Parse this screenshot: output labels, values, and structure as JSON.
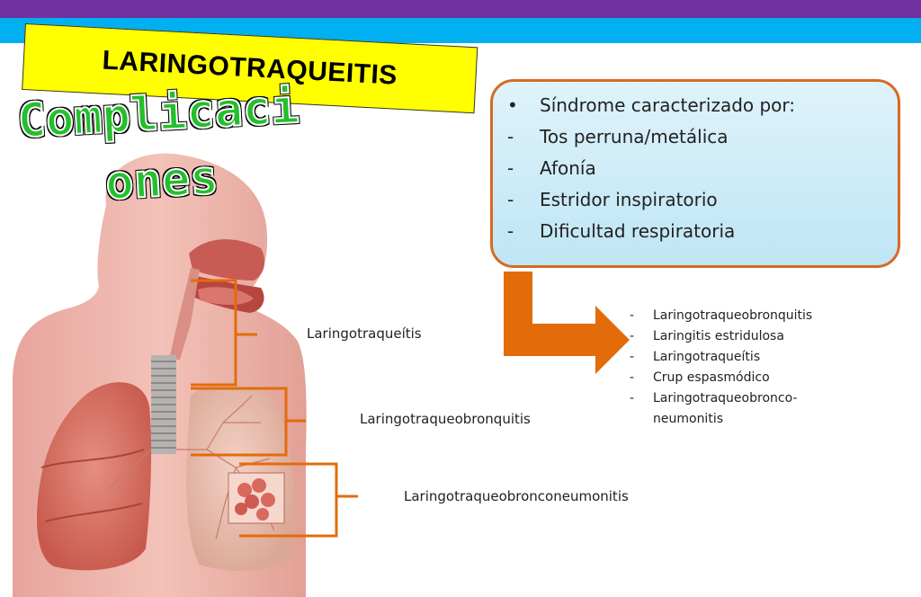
{
  "header": {
    "title": "LARINGOTRAQUEITIS"
  },
  "heading": {
    "line1": "Complicaci",
    "line2": "ones"
  },
  "syndrome_box": {
    "items": [
      {
        "marker": "•",
        "text": "Síndrome caracterizado por:"
      },
      {
        "marker": "-",
        "text": "Tos perruna/metálica"
      },
      {
        "marker": "-",
        "text": "Afonía"
      },
      {
        "marker": "-",
        "text": "Estridor inspiratorio"
      },
      {
        "marker": "-",
        "text": "Dificultad respiratoria"
      }
    ]
  },
  "complications_list": {
    "items": [
      {
        "marker": "-",
        "text": "Laringotraqueobronquitis"
      },
      {
        "marker": "-",
        "text": "Laringitis estridulosa"
      },
      {
        "marker": "-",
        "text": "Laringotraqueítis"
      },
      {
        "marker": "-",
        "text": "Crup espasmódico"
      },
      {
        "marker": "-",
        "text": "Laringotraqueobronco-"
      },
      {
        "marker": "",
        "text": "neumonitis"
      }
    ]
  },
  "diagram_labels": {
    "larynx": "Laringotraqueítis",
    "bronchi": "Laringotraqueobronquitis",
    "lungs": "Laringotraqueobronconeumonitis"
  },
  "colors": {
    "top_purple": "#7030a0",
    "top_blue": "#00b0f0",
    "banner_yellow": "#ffff00",
    "heading_green": "#22c02b",
    "accent_orange": "#e36c0a",
    "box_border": "#d66a23"
  }
}
